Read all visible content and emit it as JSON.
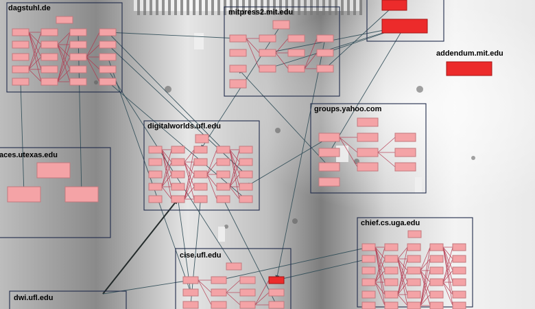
{
  "colors": {
    "cluster_border": "#1f2a4a",
    "node_fill": "#f4a3a6",
    "node_stroke": "#c2787d",
    "node_hot": "#ec2b2b",
    "edge_intra": "#b4324a",
    "edge_inter": "#2c4a55",
    "edge_strong": "#151d1d"
  },
  "clusters": [
    {
      "id": "dagstuhl",
      "label": "dagstuhl.de"
    },
    {
      "id": "mitpress",
      "label": "mitpress2.mit.edu"
    },
    {
      "id": "topright",
      "label": ""
    },
    {
      "id": "addendum",
      "label": "addendum.mit.edu"
    },
    {
      "id": "digitalworlds",
      "label": "digitalworlds.ufl.edu"
    },
    {
      "id": "groups",
      "label": "groups.yahoo.com"
    },
    {
      "id": "aces",
      "label": "aces.utexas.edu"
    },
    {
      "id": "chief",
      "label": "chief.cs.uga.edu"
    },
    {
      "id": "cise",
      "label": "cise.ufl.edu"
    },
    {
      "id": "dwi",
      "label": "dwi.ufl.edu"
    }
  ]
}
